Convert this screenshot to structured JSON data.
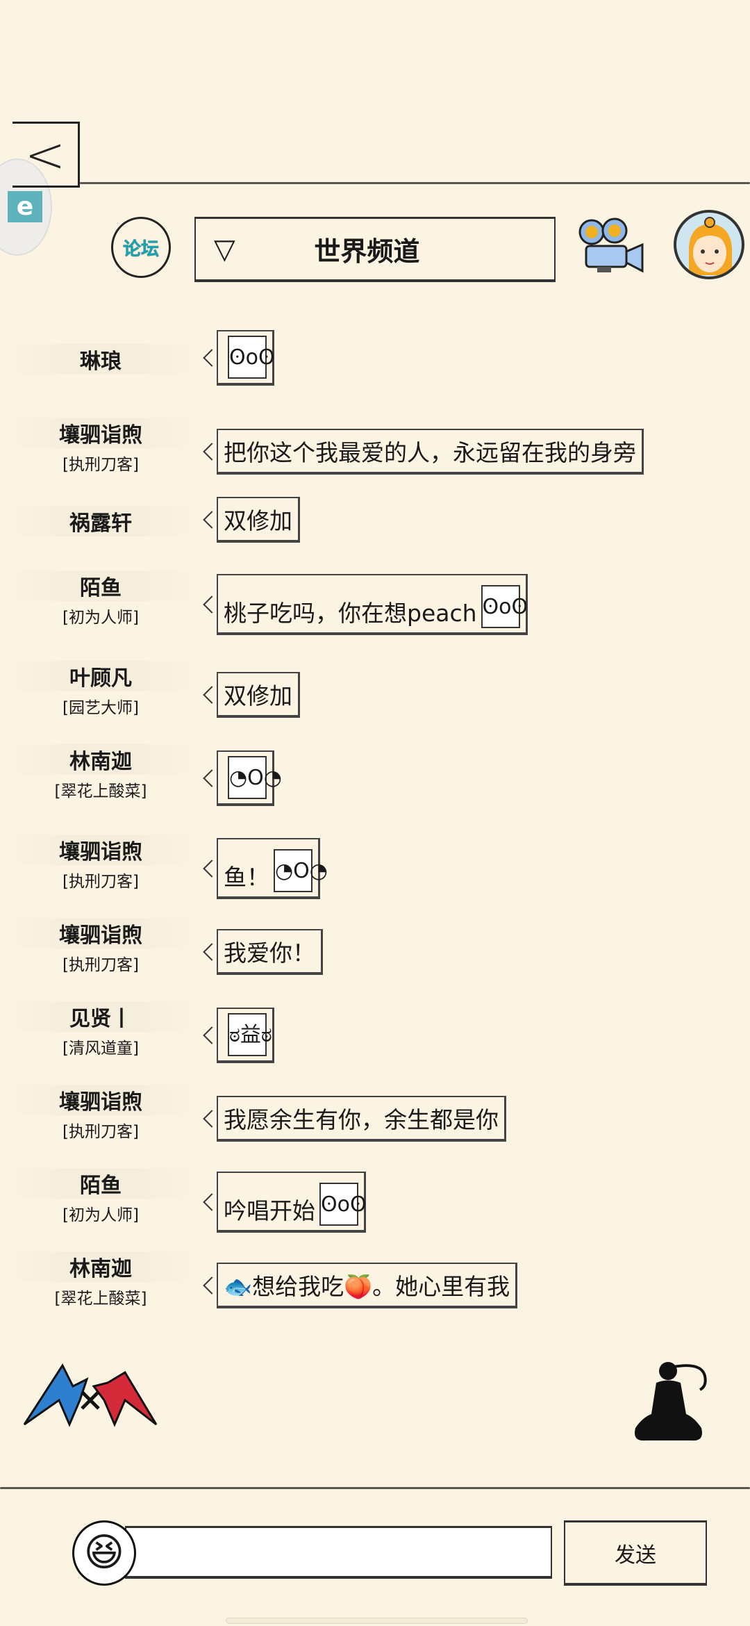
{
  "header": {
    "back_icon": "chevron-left",
    "forum_label": "论坛",
    "channel_title": "世界频道",
    "dropdown_icon": "triangle-down",
    "floating_badge": "e"
  },
  "messages": [
    {
      "name": "琳琅",
      "title": "",
      "text": "",
      "sticker": "surprised-face"
    },
    {
      "name": "壤驷诣煦",
      "title": "[执刑刀客]",
      "text": "把你这个我最爱的人，永远留在我的身旁",
      "sticker": ""
    },
    {
      "name": "祸露轩",
      "title": "",
      "text": "双修加",
      "sticker": ""
    },
    {
      "name": "陌鱼",
      "title": "[初为人师]",
      "text": "桃子吃吗，你在想peach",
      "sticker": "surprised-face"
    },
    {
      "name": "叶顾凡",
      "title": "[园艺大师]",
      "text": "双修加",
      "sticker": ""
    },
    {
      "name": "林南迦",
      "title": "[翠花上酸菜]",
      "text": "",
      "sticker": "shocked-face"
    },
    {
      "name": "壤驷诣煦",
      "title": "[执刑刀客]",
      "text": "鱼！",
      "sticker": "shocked-face"
    },
    {
      "name": "壤驷诣煦",
      "title": "[执刑刀客]",
      "text": "我爱你！",
      "sticker": ""
    },
    {
      "name": "见贤丨",
      "title": "[清风道童]",
      "text": "",
      "sticker": "angry-face"
    },
    {
      "name": "壤驷诣煦",
      "title": "[执刑刀客]",
      "text": "我愿余生有你，余生都是你",
      "sticker": ""
    },
    {
      "name": "陌鱼",
      "title": "[初为人师]",
      "text": "吟唱开始",
      "sticker": "surprised-face"
    },
    {
      "name": "林南迦",
      "title": "[翠花上酸菜]",
      "text": "🐟想给我吃🍑。她心里有我",
      "sticker": ""
    }
  ],
  "footer": {
    "input_value": "",
    "send_label": "发送",
    "emoji_icon": "laughing-face"
  }
}
